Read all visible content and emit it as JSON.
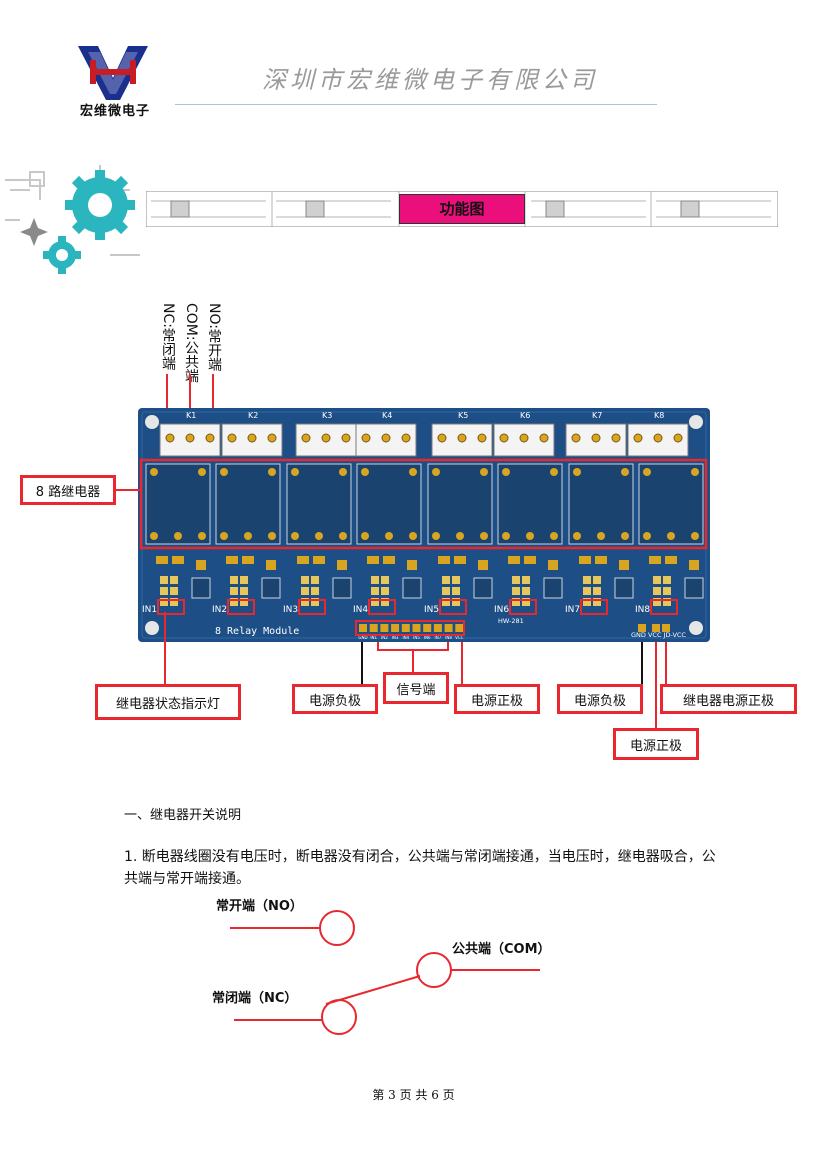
{
  "header": {
    "logo_text": "宏维微电子",
    "company": "深圳市宏维微电子有限公司"
  },
  "banner": {
    "label": "功能图"
  },
  "terminals": {
    "nc": "NC:常闭端",
    "com": "COM:公共端",
    "no": "NO:常开端"
  },
  "board": {
    "relay_labels": [
      "K1",
      "K2",
      "K3",
      "K4",
      "K5",
      "K6",
      "K7",
      "K8"
    ],
    "input_labels": [
      "IN1",
      "IN2",
      "IN3",
      "IN4",
      "IN5",
      "IN6",
      "IN7",
      "IN8"
    ],
    "silk_title": "8 Relay Module",
    "model": "HW-281",
    "header_pins": [
      "GND",
      "IN1",
      "IN2",
      "IN3",
      "IN4",
      "IN5",
      "IN6",
      "IN7",
      "IN8",
      "VCC"
    ],
    "power_pins": "GND VCC JD-VCC"
  },
  "callouts": {
    "relays": "8 路继电器",
    "indicator": "继电器状态指示灯",
    "gnd_left": "电源负极",
    "signal": "信号端",
    "vcc_left": "电源正极",
    "gnd_right": "电源负极",
    "jd_vcc": "继电器电源正极",
    "vcc_right": "电源正极"
  },
  "section": {
    "title": "一、继电器开关说明",
    "paragraph": "1. 断电器线圈没有电压时，断电器没有闭合，公共端与常闭端接通，当电压时，继电器吸合，公共端与常开端接通。"
  },
  "switch_diagram": {
    "no_label": "常开端（NO）",
    "com_label": "公共端（COM）",
    "nc_label": "常闭端（NC）"
  },
  "footer": "第 3 页 共 6 页",
  "colors": {
    "pcb": "#1d4f86",
    "highlight": "#e8282e",
    "banner": "#ea0f7a",
    "rule": "#9fc6e2",
    "gear": "#2bb6bf"
  }
}
